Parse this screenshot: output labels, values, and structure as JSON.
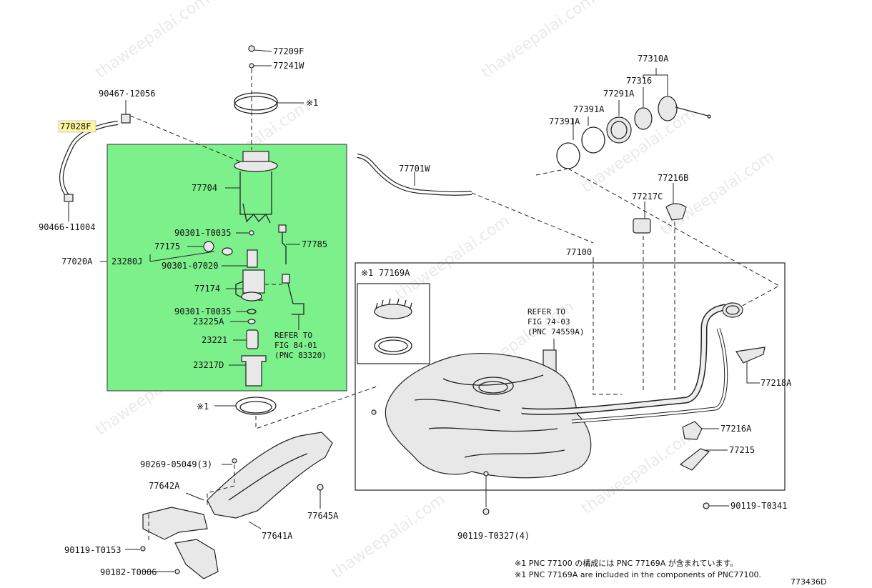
{
  "diagram": {
    "highlight_color": "#7cf08a",
    "selected_label_color": "#fff6a0",
    "labels": {
      "p77209F": "77209F",
      "p77241W": "77241W",
      "note1_ring_top": "※1",
      "p90467": "90467-12056",
      "p77028F": "77028F",
      "p90466": "90466-11004",
      "p77704": "77704",
      "p90301_t35a": "90301-T0035",
      "p77175": "77175",
      "p23280J": "23280J",
      "p90301_07020": "90301-07020",
      "p77020A": "77020A",
      "p77174": "77174",
      "p90301_t35b": "90301-T0035",
      "p23225A": "23225A",
      "p23221": "23221",
      "p23217D": "23217D",
      "p77785": "77785",
      "refer84_1": "REFER TO",
      "refer84_2": "FIG 84-01",
      "refer84_3": "(PNC 83320)",
      "p77701W": "77701W",
      "p77310A": "77310A",
      "p77316": "77316",
      "p77291A": "77291A",
      "p77391A_a": "77391A",
      "p77391A_b": "77391A",
      "p77216B": "77216B",
      "p77217C": "77217C",
      "p77100": "77100",
      "note1_169": "※1",
      "p77169A": "77169A",
      "refer74_1": "REFER TO",
      "refer74_2": "FIG 74-03",
      "refer74_3": "(PNC 74559A)",
      "p77218A": "77218A",
      "p77216A": "77216A",
      "p77215": "77215",
      "note1_ring_low": "※1",
      "p90269": "90269-05049(3)",
      "p77642A": "77642A",
      "p77645A": "77645A",
      "p77641A": "77641A",
      "p90119_t153": "90119-T0153",
      "p90182": "90182-T0006",
      "p90119_t327": "90119-T0327(4)",
      "p90119_t341": "90119-T0341",
      "footnote_jp": "※1 PNC 77100 の構成には PNC 77169A が含まれています。",
      "footnote_en": "※1 PNC 77169A are included in the components of PNC77100.",
      "figure_id": "773436D"
    },
    "watermark": "thaweepalai.com"
  }
}
